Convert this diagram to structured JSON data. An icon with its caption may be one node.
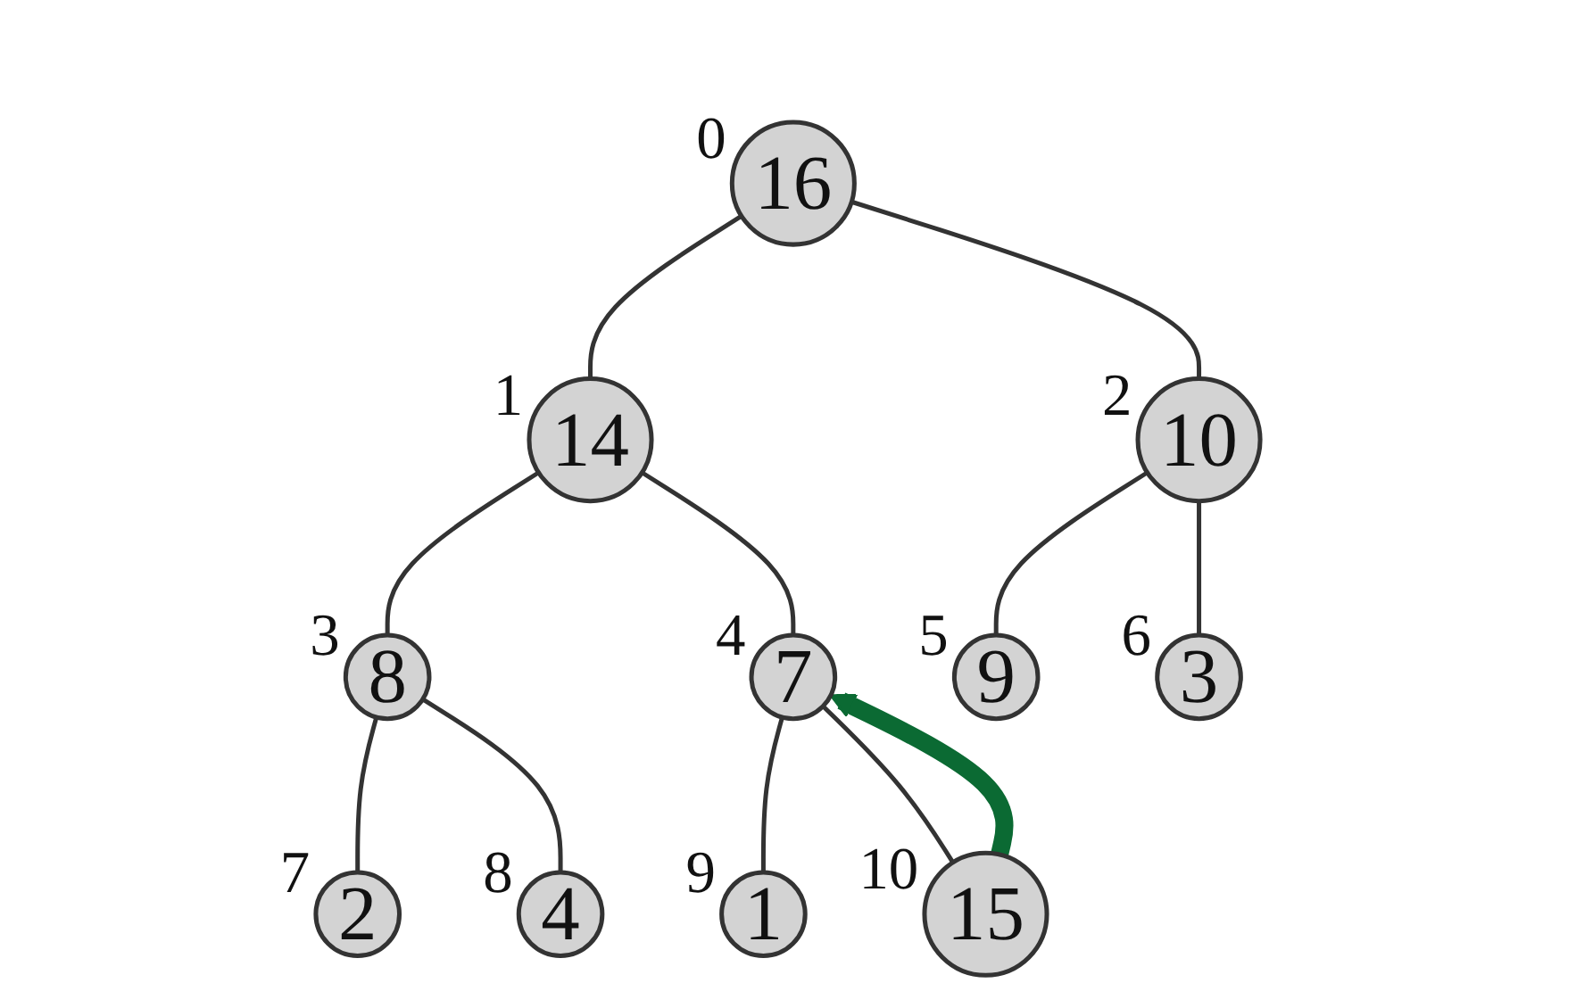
{
  "diagram": {
    "nodes": [
      {
        "text": [
          "16"
        ],
        "beside": [
          "0"
        ]
      },
      {
        "text": [
          "14"
        ],
        "beside": [
          "1"
        ]
      },
      {
        "text": [
          "10"
        ],
        "beside": [
          "2"
        ]
      },
      {
        "text": [
          "8"
        ],
        "beside": [
          "3"
        ]
      },
      {
        "text": [
          "7"
        ],
        "beside": [
          "4"
        ]
      },
      {
        "text": [
          "9"
        ],
        "beside": [
          "5"
        ]
      },
      {
        "text": [
          "3"
        ],
        "beside": [
          "6"
        ]
      },
      {
        "text": [
          "2"
        ],
        "beside": [
          "7"
        ]
      },
      {
        "text": [
          "4"
        ],
        "beside": [
          "8"
        ]
      },
      {
        "text": [
          "1"
        ],
        "beside": [
          "9"
        ]
      },
      {
        "text": [
          "15"
        ],
        "beside": [
          "10"
        ]
      }
    ],
    "edges": [
      {
        "from": 0,
        "to": 1,
        "arrow": "none"
      },
      {
        "from": 0,
        "to": 2,
        "arrow": "none"
      },
      {
        "from": 1,
        "to": 3,
        "arrow": "none"
      },
      {
        "from": 1,
        "to": 4,
        "arrow": "none"
      },
      {
        "from": 2,
        "to": 5,
        "arrow": "none"
      },
      {
        "from": 2,
        "to": 6,
        "arrow": "none"
      },
      {
        "from": 3,
        "to": 7,
        "arrow": "none"
      },
      {
        "from": 3,
        "to": 8,
        "arrow": "none"
      },
      {
        "from": 4,
        "to": 9,
        "arrow": "none"
      },
      {
        "from": 4,
        "to": 10,
        "arrow": "none"
      },
      {
        "from": 10,
        "to": 4,
        "arrow": "to",
        "style": "thick",
        "color": "#0b6a33"
      }
    ]
  }
}
